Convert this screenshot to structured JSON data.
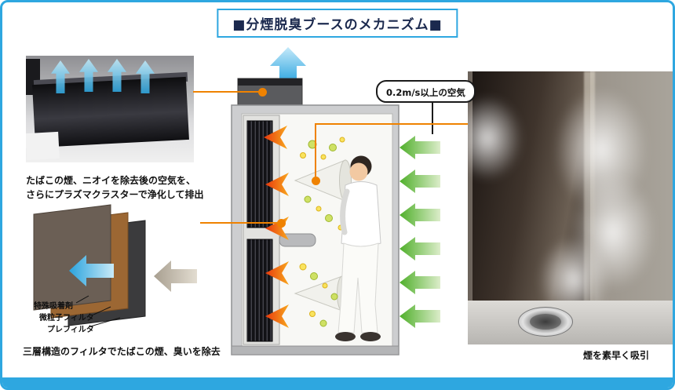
{
  "title": "■分煙脱臭ブースのメカニズム■",
  "callout": {
    "label": "0.2m/s以上の空気"
  },
  "captions": {
    "exhaust_line1": "たばこの煙、ニオイを除去後の空気を、",
    "exhaust_line2": "さらにプラズマクラスターで浄化して排出",
    "filter": "三層構造のフィルタでたばこの煙、臭いを除去",
    "suction": "煙を素早く吸引"
  },
  "filter_labels": [
    "特殊吸着剤",
    "微粒子フィルタ",
    "プレフィルタ"
  ],
  "colors": {
    "accent_blue": "#2ea7e0",
    "connector_orange": "#ef8200",
    "airflow_green": "#4faf2a",
    "flame_red": "#e8380d"
  }
}
